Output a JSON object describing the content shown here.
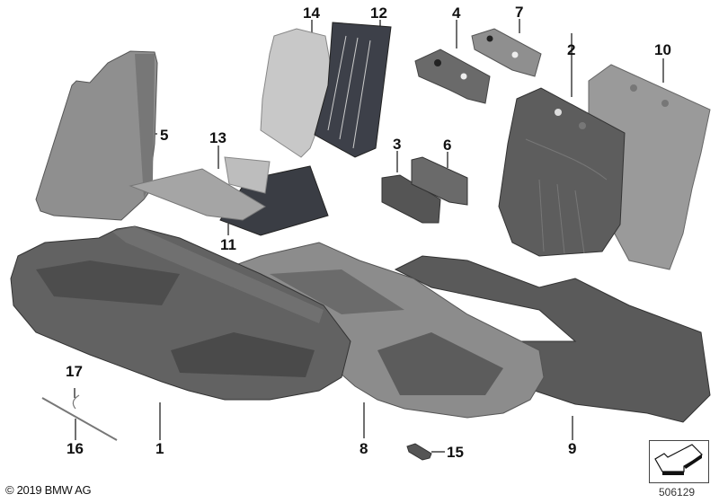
{
  "diagram": {
    "title": "BMW rear seat cover / upholstery exploded parts diagram",
    "copyright": "© 2019 BMW AG",
    "diagram_id": "506129",
    "navigation_icon": "arrow-back-down-left-icon",
    "colors": {
      "background": "#ffffff",
      "part_light": "#a9a9a9",
      "part_mid": "#8a8a8a",
      "part_dark": "#5e5e5e",
      "part_darkest": "#3b3f47",
      "text": "#111111"
    }
  },
  "callouts": [
    {
      "number": "1",
      "label": "1",
      "part": "seat cushion cover left"
    },
    {
      "number": "2",
      "label": "2",
      "part": "backrest cover"
    },
    {
      "number": "3",
      "label": "3",
      "part": "armrest trim piece"
    },
    {
      "number": "4",
      "label": "4",
      "part": "backrest top trim panel"
    },
    {
      "number": "5",
      "label": "5",
      "part": "side bolster cover"
    },
    {
      "number": "6",
      "label": "6",
      "part": "armrest trim piece"
    },
    {
      "number": "7",
      "label": "7",
      "part": "backrest top trim panel"
    },
    {
      "number": "8",
      "label": "8",
      "part": "seat cushion cover right"
    },
    {
      "number": "9",
      "label": "9",
      "part": "seat base frame cover"
    },
    {
      "number": "10",
      "label": "10",
      "part": "backrest rear panel"
    },
    {
      "number": "11",
      "label": "11",
      "part": "heating mat cushion"
    },
    {
      "number": "12",
      "label": "12",
      "part": "heating mat backrest"
    },
    {
      "number": "13",
      "label": "13",
      "part": "cushion fleece pad"
    },
    {
      "number": "14",
      "label": "14",
      "part": "backrest fleece pad"
    },
    {
      "number": "15",
      "label": "15",
      "part": "clip"
    },
    {
      "number": "16",
      "label": "16",
      "part": "wire"
    },
    {
      "number": "17",
      "label": "17",
      "part": "hog ring"
    }
  ]
}
